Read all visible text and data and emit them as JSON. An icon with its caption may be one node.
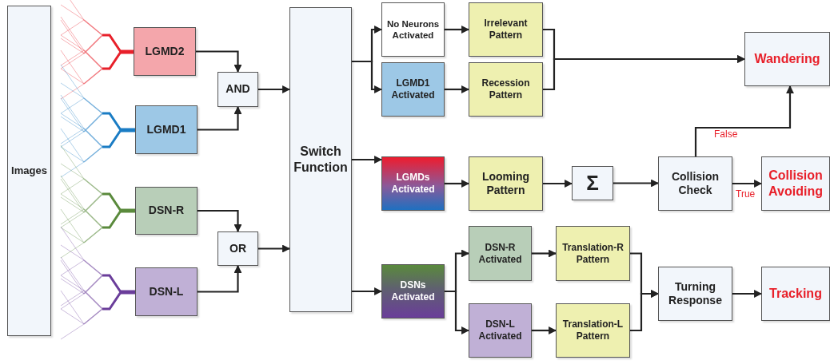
{
  "diagram": {
    "nodes": [
      {
        "text": [
          "Images"
        ]
      },
      {
        "text": [
          "LGMD2"
        ]
      },
      {
        "text": [
          "LGMD1"
        ]
      },
      {
        "text": [
          "DSN-R"
        ]
      },
      {
        "text": [
          "DSN-L"
        ]
      },
      {
        "text": [
          "AND"
        ]
      },
      {
        "text": [
          "OR"
        ]
      },
      {
        "text": [
          "Switch Function"
        ]
      },
      {
        "text": [
          "No Neurons Activated"
        ]
      },
      {
        "text": [
          "LGMD1 Activated"
        ]
      },
      {
        "text": [
          "Irrelevant Pattern"
        ]
      },
      {
        "text": [
          "Recession Pattern"
        ]
      },
      {
        "text": [
          "Wandering"
        ]
      },
      {
        "text": [
          "LGMDs Activated"
        ]
      },
      {
        "text": [
          "Looming Pattern"
        ]
      },
      {
        "text": [
          "Σ"
        ]
      },
      {
        "text": [
          "Collision Check"
        ]
      },
      {
        "text": [
          "Collision Avoiding"
        ]
      },
      {
        "text": [
          "DSNs Activated"
        ]
      },
      {
        "text": [
          "DSN-R Activated"
        ]
      },
      {
        "text": [
          "DSN-L Activated"
        ]
      },
      {
        "text": [
          "Translation-R Pattern"
        ]
      },
      {
        "text": [
          "Translation-L Pattern"
        ]
      },
      {
        "text": [
          "Turning Response"
        ]
      },
      {
        "text": [
          "Tracking"
        ]
      }
    ],
    "edges": [
      {
        "from": 1,
        "to": 5,
        "arrow": "to"
      },
      {
        "from": 2,
        "to": 5,
        "arrow": "to"
      },
      {
        "from": 3,
        "to": 6,
        "arrow": "to"
      },
      {
        "from": 4,
        "to": 6,
        "arrow": "to"
      },
      {
        "from": 5,
        "to": 7,
        "arrow": "to"
      },
      {
        "from": 6,
        "to": 7,
        "arrow": "to"
      },
      {
        "from": 7,
        "to": 8,
        "arrow": "to"
      },
      {
        "from": 7,
        "to": 9,
        "arrow": "to"
      },
      {
        "from": 7,
        "to": 13,
        "arrow": "to"
      },
      {
        "from": 7,
        "to": 18,
        "arrow": "to"
      },
      {
        "from": 8,
        "to": 10,
        "arrow": "to"
      },
      {
        "from": 9,
        "to": 11,
        "arrow": "to"
      },
      {
        "from": 10,
        "to": 12,
        "arrow": "to"
      },
      {
        "from": 11,
        "to": 12,
        "arrow": "to"
      },
      {
        "from": 13,
        "to": 14,
        "arrow": "to"
      },
      {
        "from": 14,
        "to": 15,
        "arrow": "to"
      },
      {
        "from": 15,
        "to": 16,
        "arrow": "to"
      },
      {
        "from": 16,
        "to": 12,
        "arrow": "to",
        "label": "False"
      },
      {
        "from": 16,
        "to": 17,
        "arrow": "to",
        "label": "True"
      },
      {
        "from": 18,
        "to": 19,
        "arrow": "to"
      },
      {
        "from": 18,
        "to": 20,
        "arrow": "to"
      },
      {
        "from": 19,
        "to": 21,
        "arrow": "to"
      },
      {
        "from": 20,
        "to": 22,
        "arrow": "to"
      },
      {
        "from": 21,
        "to": 23,
        "arrow": "to"
      },
      {
        "from": 22,
        "to": 23,
        "arrow": "to"
      },
      {
        "from": 23,
        "to": 24,
        "arrow": "to"
      }
    ]
  }
}
